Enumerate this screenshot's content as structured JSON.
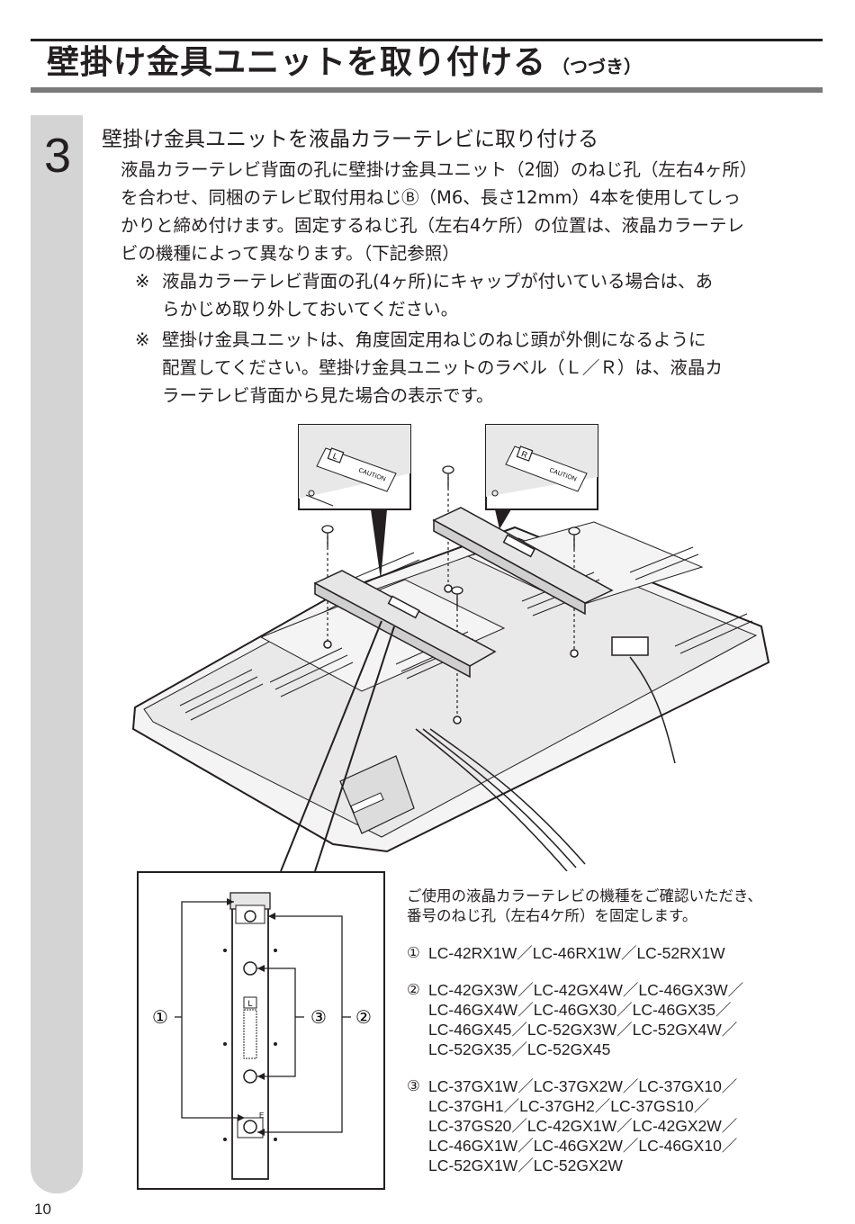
{
  "header": {
    "title": "壁掛け金具ユニットを取り付ける",
    "continued": "（つづき）"
  },
  "step": {
    "number": "3",
    "heading": "壁掛け金具ユニットを液晶カラーテレビに取り付ける",
    "body_lines": [
      "液晶カラーテレビ背面の孔に壁掛け金具ユニット（2個）のねじ孔（左右4ヶ所）",
      "を合わせ、同梱のテレビ取付用ねじⒷ（M6、長さ12mm）4本を使用してしっ",
      "かりと締め付けます。固定するねじ孔（左右4ケ所）の位置は、液晶カラーテレ",
      "ビの機種によって異なります。（下記参照）"
    ],
    "notes": [
      {
        "mark": "※",
        "lines": [
          "液晶カラーテレビ背面の孔(4ヶ所)にキャップが付いている場合は、あ",
          "らかじめ取り外しておいてください。"
        ]
      },
      {
        "mark": "※",
        "lines": [
          "壁掛け金具ユニットは、角度固定用ねじのねじ頭が外側になるように",
          "配置してください。壁掛け金具ユニットのラベル（Ｌ／Ｒ）は、液晶カ",
          "ラーテレビ背面から見た場合の表示です。"
        ]
      }
    ]
  },
  "illustration": {
    "label_left_letter": "L",
    "label_right_letter": "R",
    "caution_text": "CAUTION"
  },
  "detail": {
    "callout_1": "①",
    "callout_2": "②",
    "callout_3": "③",
    "label_l": "L",
    "label_e": "E"
  },
  "models": {
    "intro_lines": [
      "ご使用の液晶カラーテレビの機種をご確認いただき、",
      "番号のねじ孔（左右4ケ所）を固定します。"
    ],
    "groups": [
      {
        "num": "①",
        "lines": [
          "LC-42RX1W／LC-46RX1W／LC-52RX1W"
        ]
      },
      {
        "num": "②",
        "lines": [
          "LC-42GX3W／LC-42GX4W／LC-46GX3W／",
          "LC-46GX4W／LC-46GX30／LC-46GX35／",
          "LC-46GX45／LC-52GX3W／LC-52GX4W／",
          "LC-52GX35／LC-52GX45"
        ]
      },
      {
        "num": "③",
        "lines": [
          "LC-37GX1W／LC-37GX2W／LC-37GX10／",
          "LC-37GH1／LC-37GH2／LC-37GS10／",
          "LC-37GS20／LC-42GX1W／LC-42GX2W／",
          "LC-46GX1W／LC-46GX2W／LC-46GX10／",
          "LC-52GX1W／LC-52GX2W"
        ]
      }
    ]
  },
  "footer": {
    "page_number": "10"
  }
}
